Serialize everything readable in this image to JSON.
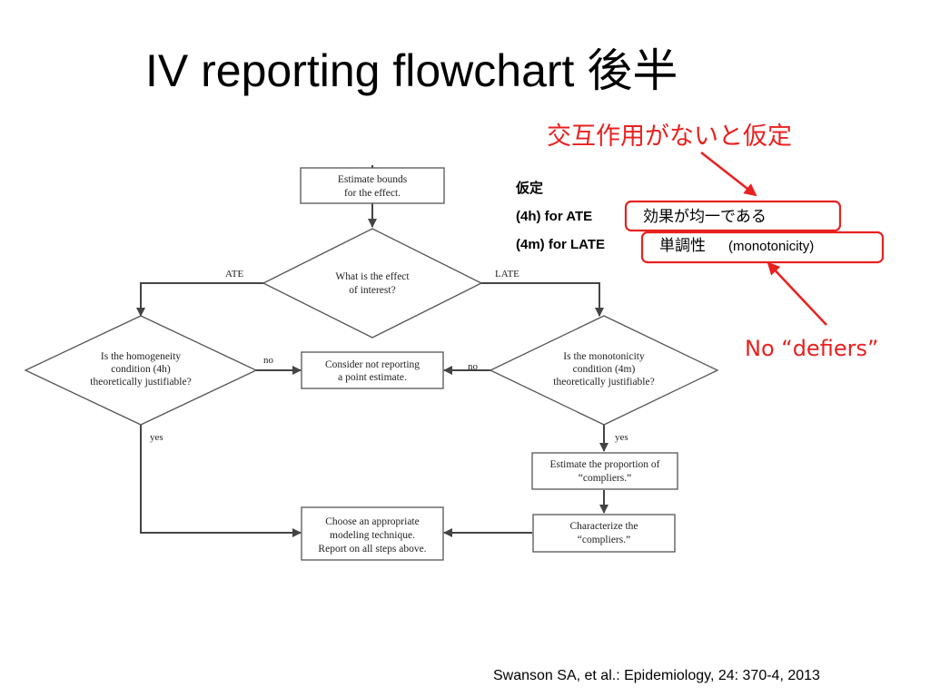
{
  "slide": {
    "title": "IV reporting flowchart 後半",
    "citation": "Swanson SA, et al.: Epidemiology, 24: 370-4, 2013"
  },
  "flowchart": {
    "start": [
      "Estimate bounds",
      "for the effect."
    ],
    "question": [
      "What is the effect",
      "of interest?"
    ],
    "edge_ate": "ATE",
    "edge_late": "LATE",
    "homogeneity": [
      "Is the homogeneity",
      "condition (4h)",
      "theoretically justifiable?"
    ],
    "monotonicity": [
      "Is the monotonicity",
      "condition (4m)",
      "theoretically justifiable?"
    ],
    "no_report": [
      "Consider not reporting",
      "a point estimate."
    ],
    "edge_no_left": "no",
    "edge_no_right": "no",
    "edge_yes_left": "yes",
    "edge_yes_right": "yes",
    "estimate_compliers": [
      "Estimate the proportion of",
      "“compliers.”"
    ],
    "characterize": [
      "Characterize the",
      "“compliers.”"
    ],
    "choose": [
      "Choose an appropriate",
      "modeling technique.",
      "Report on all steps above."
    ]
  },
  "annotations": {
    "interaction_note": "交互作用がないと仮定",
    "assumption_heading": "仮定",
    "ate_label": "(4h) for ATE",
    "ate_value": "効果が均一である",
    "late_label": "(4m) for LATE",
    "late_value_jp": "単調性",
    "late_value_en": "(monotonicity)",
    "defiers_note": "No “defiers”",
    "accent_color": "#e8211f"
  }
}
